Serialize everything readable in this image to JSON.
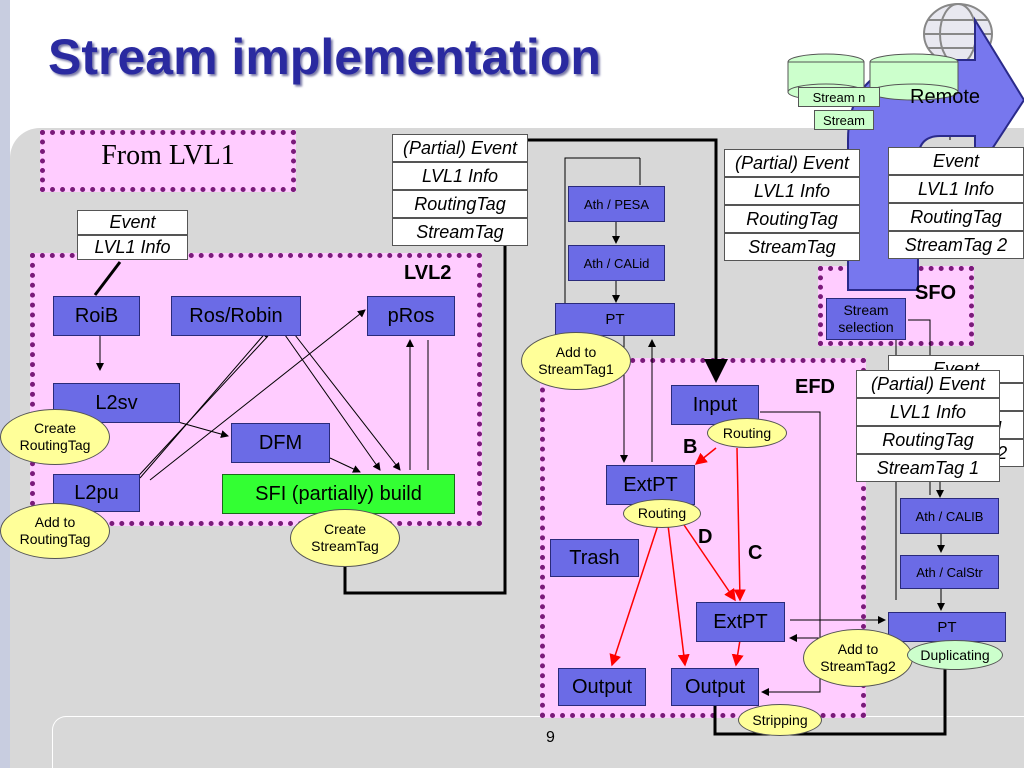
{
  "title": "Stream implementation",
  "page_number": "9",
  "from_lvl1": "From LVL1",
  "sections": {
    "lvl2": "LVL2",
    "efd": "EFD",
    "sfo": "SFO",
    "remote": "Remote"
  },
  "event_box": {
    "event": "Event",
    "lvl1": "LVL1 Info"
  },
  "tag_set": {
    "partial_event": "(Partial) Event",
    "event": "Event",
    "lvl1": "LVL1 Info",
    "routing": "RoutingTag",
    "stream": "StreamTag",
    "stream1": "StreamTag 1",
    "stream2": "StreamTag 2",
    "stream_n": "Stream n",
    "stream_cut": "Stream"
  },
  "lvl2_nodes": {
    "roib": "RoiB",
    "ros": "Ros/Robin",
    "pros": "pRos",
    "l2sv": "L2sv",
    "dfm": "DFM",
    "l2pu": "L2pu",
    "sfi": "SFI (partially) build"
  },
  "pt_chain": {
    "pesa": "Ath / PESA",
    "calid": "Ath / CALid",
    "pt": "PT"
  },
  "efd_nodes": {
    "input": "Input",
    "extpt": "ExtPT",
    "trash": "Trash",
    "output": "Output"
  },
  "sfo_nodes": {
    "selection": "Stream selection",
    "calib": "Ath / CALIB",
    "calstr": "Ath / CalStr",
    "pt": "PT"
  },
  "ellipses": {
    "create_routing": "Create RoutingTag",
    "add_routing": "Add to RoutingTag",
    "create_stream": "Create StreamTag",
    "add_stream1": "Add to StreamTag1",
    "add_stream2": "Add to StreamTag2",
    "routing": "Routing",
    "duplicating": "Duplicating",
    "stripping": "Stripping"
  },
  "path_labels": {
    "b": "B",
    "c": "C",
    "d": "D"
  },
  "colors": {
    "title": "#2a2aa0",
    "node": "#6b6be6",
    "region": "#ffccff",
    "border": "#7a1a7a",
    "ellipse": "#ffff99",
    "sfi": "#33ff33",
    "arrow_red": "#ff0000",
    "remote_arrow": "#7777ee"
  }
}
